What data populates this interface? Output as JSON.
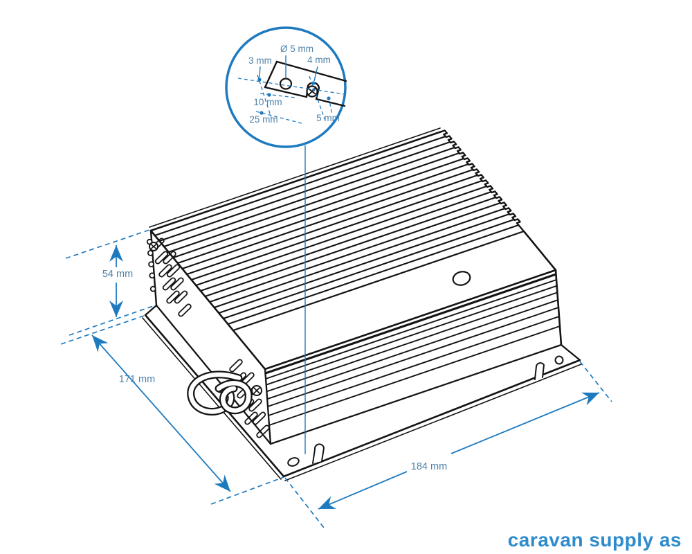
{
  "colors": {
    "background": "#ffffff",
    "drawing_line": "#141414",
    "annotation_blue": "#1e7abf",
    "label_blue": "#4e82a8",
    "logo_blue": "#2e8ccd"
  },
  "detail_inset": {
    "hole_diameter": "Ø 5 mm",
    "edge_to_hole": "3 mm",
    "slot_width": "4 mm",
    "hole_inset": "10 mm",
    "edge_inset": "25 mm",
    "slot_depth": "5 mm"
  },
  "dimensions": {
    "height": "54 mm",
    "depth": "171 mm",
    "width": "184 mm"
  },
  "logo": {
    "text": "caravan supply as"
  }
}
